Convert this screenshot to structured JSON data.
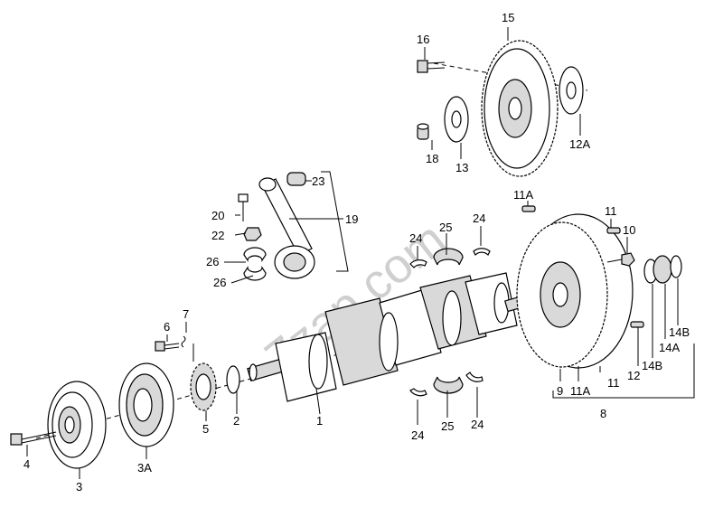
{
  "watermark": "7zap.com",
  "labels": {
    "l1": "1",
    "l2": "2",
    "l3": "3",
    "l3a": "3A",
    "l4": "4",
    "l5": "5",
    "l6": "6",
    "l7": "7",
    "l8": "8",
    "l9": "9",
    "l10": "10",
    "l11a_top": "11A",
    "l11_top": "11",
    "l11_bot": "11",
    "l11a_bot": "11A",
    "l12": "12",
    "l12a": "12A",
    "l13": "13",
    "l14a": "14A",
    "l14b_lower": "14B",
    "l14b_upper": "14B",
    "l15": "15",
    "l16": "16",
    "l18": "18",
    "l19": "19",
    "l20": "20",
    "l22": "22",
    "l23": "23",
    "l24_ul": "24",
    "l24_ur": "24",
    "l24_ll": "24",
    "l24_lr": "24",
    "l25_up": "25",
    "l25_lo": "25",
    "l26_a": "26",
    "l26_b": "26"
  },
  "colors": {
    "ink": "#000000",
    "watermark": "#cfcfcf",
    "background": "#ffffff"
  }
}
